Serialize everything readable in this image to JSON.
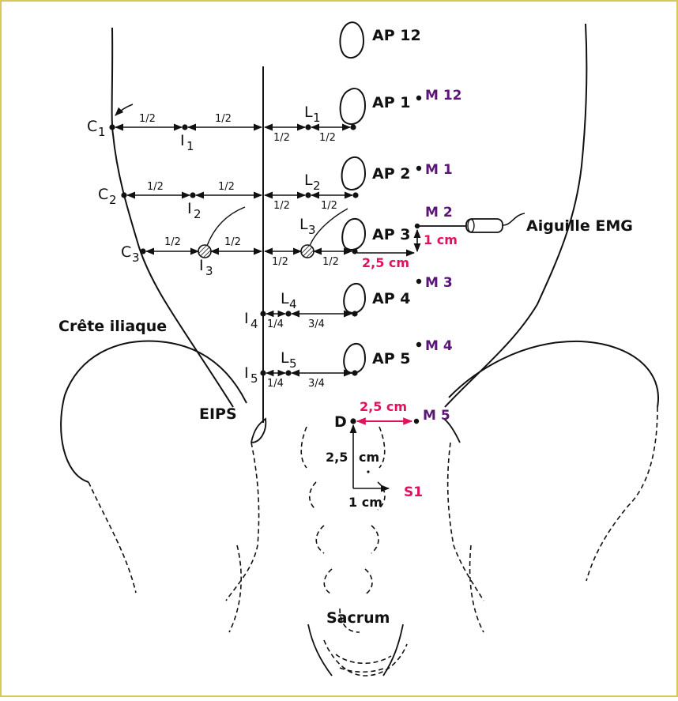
{
  "colors": {
    "background": "#ffffff",
    "border": "#d9c75a",
    "ink": "#111111",
    "purple": "#5b1576",
    "magenta": "#e0115f",
    "lavender": "#a07ec0"
  },
  "labels": {
    "ap": [
      "AP 12",
      "AP 1",
      "AP 2",
      "AP 3",
      "AP 4",
      "AP 5"
    ],
    "m": [
      "M 12",
      "M 1",
      "M 2",
      "M 3",
      "M 4",
      "M 5"
    ],
    "needle": "Aiguille EMG",
    "crest": "Crête iliaque",
    "eips": "EIPS",
    "sacrum": "Sacrum",
    "d_point": "D",
    "s1": "S1",
    "dist_1cm": "1 cm",
    "dist_25cm": "2,5 cm",
    "dist_25_vert_num": "2,5",
    "dist_25_vert_unit": "cm",
    "half": "1/2",
    "quarter": "1/4",
    "three_quarter": "3/4",
    "c_letter": "C",
    "i_letter": "I",
    "l_letter": "L",
    "sub1": "1",
    "sub2": "2",
    "sub3": "3",
    "sub4": "4",
    "sub5": "5"
  }
}
